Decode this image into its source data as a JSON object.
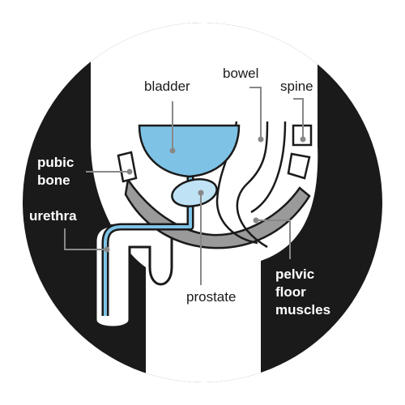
{
  "labels": {
    "bladder": "bladder",
    "bowel": "bowel",
    "spine": "spine",
    "pubic_line1": "pubic",
    "pubic_line2": "bone",
    "urethra": "urethra",
    "prostate": "prostate",
    "pelvic_line1": "pelvic",
    "pelvic_line2": "floor",
    "pelvic_line3": "muscles"
  },
  "colors": {
    "background_disc": "#1a1a1a",
    "body": "#ffffff",
    "bladder": "#7ec3e6",
    "prostate": "#bfe3f5",
    "urethra_fill": "#7ec3e6",
    "bone": "#ffffff",
    "pelvic_floor": "#9a9a9a",
    "outline": "#1a1a1a",
    "leader": "#888888"
  }
}
